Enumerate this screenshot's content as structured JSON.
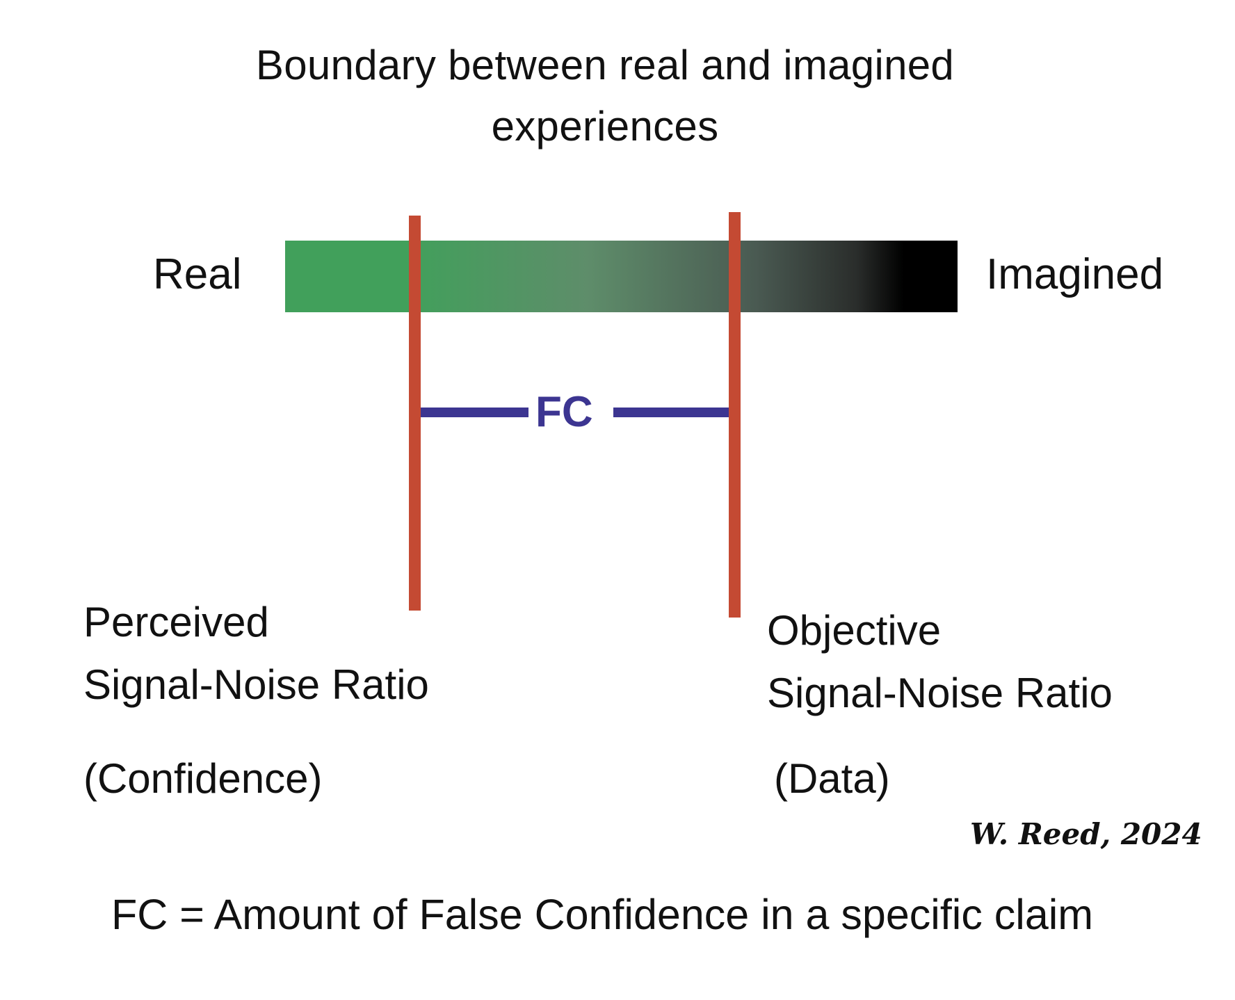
{
  "title": {
    "line1": "Boundary between real and imagined",
    "line2": "experiences"
  },
  "spectrum": {
    "left_label": "Real",
    "right_label": "Imagined",
    "start_color": "#41a05b",
    "end_color": "#000000"
  },
  "markers": {
    "color": "#c44a33",
    "perceived": {
      "line1": "Perceived",
      "line2": "Signal-Noise Ratio",
      "note": "(Confidence)"
    },
    "objective": {
      "line1": "Objective",
      "line2": "Signal-Noise Ratio",
      "note": "(Data)"
    }
  },
  "gap": {
    "label": "FC",
    "color": "#3c3591"
  },
  "signature": "W. Reed, 2024",
  "definition": "FC = Amount of False Confidence in a specific claim"
}
